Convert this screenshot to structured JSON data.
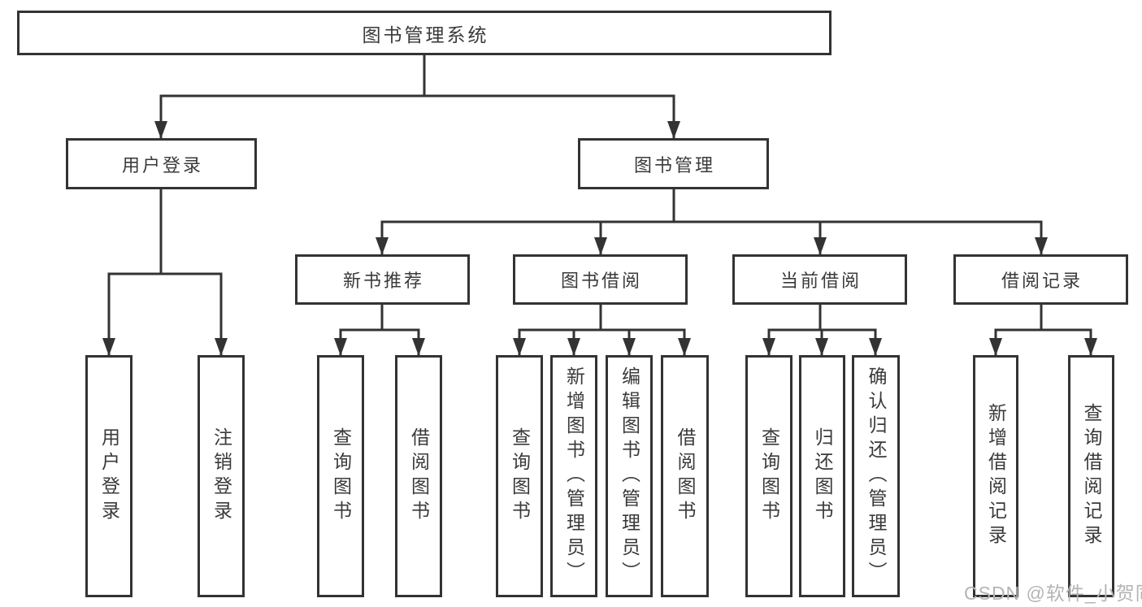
{
  "colors": {
    "line": "#333333",
    "box_border": "#333333",
    "text": "#3a3a3a",
    "background": "#ffffff",
    "watermark": "#b4b4b4"
  },
  "watermark": {
    "text": "CSDN @软件_小贺同学"
  },
  "tree": {
    "label": "图书管理系统",
    "children": [
      {
        "label": "用户登录",
        "children": [
          {
            "label": "用户登录"
          },
          {
            "label": "注销登录"
          }
        ]
      },
      {
        "label": "图书管理",
        "children": [
          {
            "label": "新书推荐",
            "children": [
              {
                "label": "查询图书"
              },
              {
                "label": "借阅图书"
              }
            ]
          },
          {
            "label": "图书借阅",
            "children": [
              {
                "label": "查询图书"
              },
              {
                "label": "新增图书（管理员）"
              },
              {
                "label": "编辑图书（管理员）"
              },
              {
                "label": "借阅图书"
              }
            ]
          },
          {
            "label": "当前借阅",
            "children": [
              {
                "label": "查询图书"
              },
              {
                "label": "归还图书"
              },
              {
                "label": "确认归还（管理员）"
              }
            ]
          },
          {
            "label": "借阅记录",
            "children": [
              {
                "label": "新增借阅记录"
              },
              {
                "label": "查询借阅记录"
              }
            ]
          }
        ]
      }
    ]
  }
}
